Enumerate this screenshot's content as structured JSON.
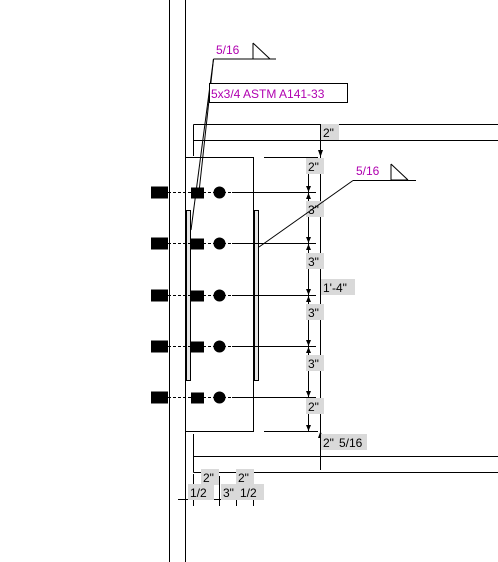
{
  "colors": {
    "weld_text": "#b000b0",
    "dim_label_bg": "#d9d9d9",
    "line": "#000000",
    "plate_strip_fill": "#e6e6e6"
  },
  "weld_top": {
    "size": "5/16",
    "note": "5x3/4 ASTM A141-33"
  },
  "weld_right": {
    "size": "5/16"
  },
  "dims": {
    "top_gap": "2\"",
    "edge_top": "2\"",
    "pitch_1": "3\"",
    "pitch_2": "3\"",
    "pitch_3": "3\"",
    "pitch_4": "3\"",
    "edge_bottom": "2\"",
    "overall": "1'-4\"",
    "bottom_gap": "2\"",
    "bottom_weld": "5/16",
    "horiz_edge_left": "2\"",
    "horiz_edge_right": "2\"",
    "horiz_a": "1/2",
    "horiz_b": "3\"",
    "horiz_c": "1/2"
  },
  "bolt_rows": 5
}
